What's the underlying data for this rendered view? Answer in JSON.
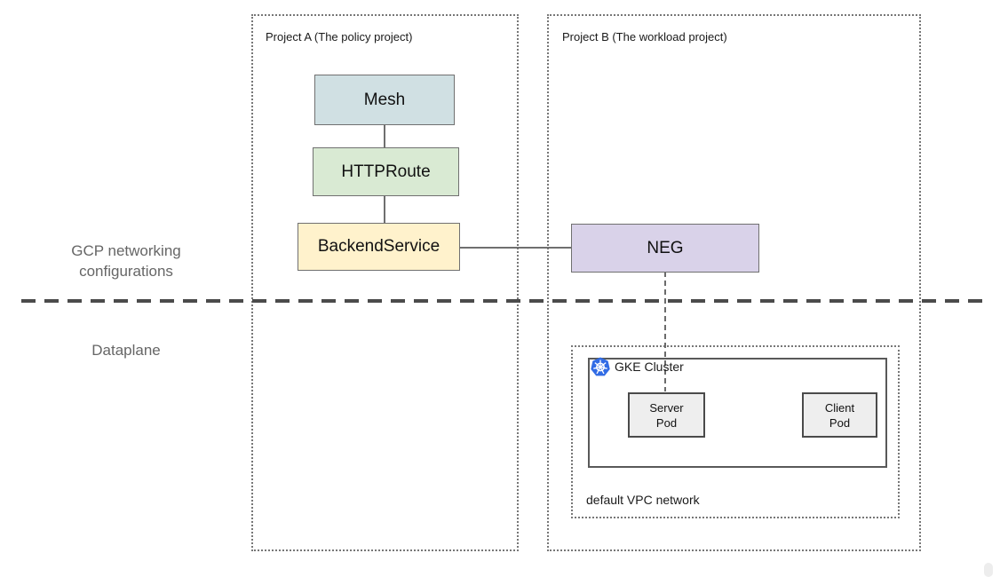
{
  "projects": {
    "a": {
      "label": "Project A (The policy project)"
    },
    "b": {
      "label": "Project B (The workload project)"
    }
  },
  "layers": {
    "gcp": {
      "label": "GCP networking configurations"
    },
    "dataplane": {
      "label": "Dataplane"
    }
  },
  "nodes": {
    "mesh": {
      "label": "Mesh",
      "fill": "#d0e0e3"
    },
    "httproute": {
      "label": "HTTPRoute",
      "fill": "#d9ead3"
    },
    "backend_service": {
      "label": "BackendService",
      "fill": "#fff2cc"
    },
    "neg": {
      "label": "NEG",
      "fill": "#d9d2e9"
    },
    "server_pod": {
      "label": "Server Pod",
      "fill": "#eeeeee"
    },
    "client_pod": {
      "label": "Client Pod",
      "fill": "#eeeeee"
    }
  },
  "cluster": {
    "label": "GKE Cluster",
    "icon": "kubernetes-icon",
    "icon_color": "#326ce5"
  },
  "network": {
    "label": "default VPC network"
  },
  "edges": [
    {
      "from": "Mesh",
      "to": "HTTPRoute",
      "style": "solid"
    },
    {
      "from": "HTTPRoute",
      "to": "BackendService",
      "style": "solid"
    },
    {
      "from": "BackendService",
      "to": "NEG",
      "style": "solid"
    },
    {
      "from": "NEG",
      "to": "Server Pod",
      "style": "dashed"
    }
  ]
}
